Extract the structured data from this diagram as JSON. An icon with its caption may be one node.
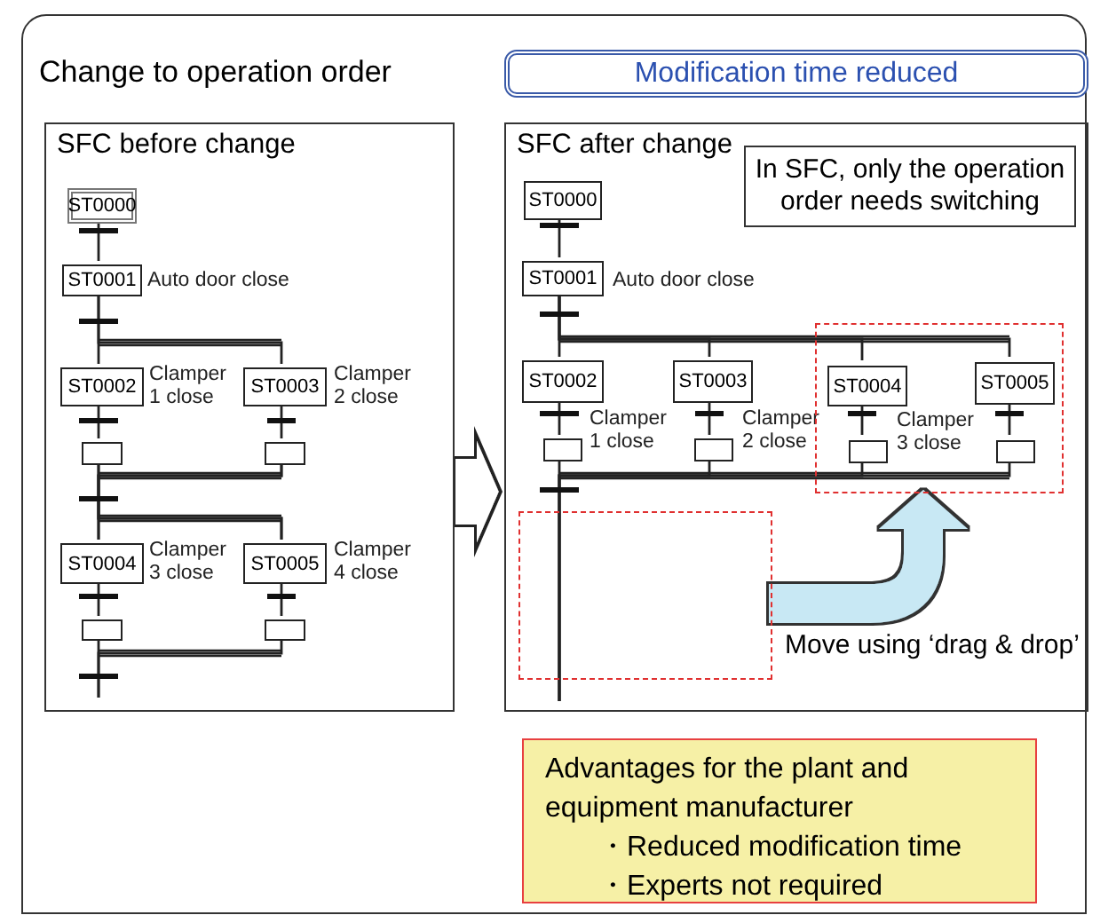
{
  "diagram": {
    "nodes": [
      {
        "text": [
          "Change to operation order"
        ]
      },
      {
        "text": [
          "Modification time reduced"
        ],
        "in": 0
      },
      {
        "text": [
          "SFC before change"
        ],
        "in": 0
      },
      {
        "text": [
          "ST0000"
        ],
        "in": 2
      },
      {
        "text": [
          "ST0001"
        ],
        "in": 2,
        "beside": [
          "Auto door close"
        ]
      },
      {
        "text": [
          "ST0002"
        ],
        "in": 2,
        "beside": [
          "Clamper 1 close"
        ]
      },
      {
        "text": [
          "ST0003"
        ],
        "in": 2,
        "beside": [
          "Clamper 2 close"
        ]
      },
      {
        "text": [],
        "shape": "box",
        "in": 2
      },
      {
        "text": [],
        "shape": "box",
        "in": 2
      },
      {
        "text": [
          "ST0004"
        ],
        "in": 2,
        "beside": [
          "Clamper 3 close"
        ]
      },
      {
        "text": [
          "ST0005"
        ],
        "in": 2,
        "beside": [
          "Clamper 4 close"
        ]
      },
      {
        "text": [],
        "shape": "box",
        "in": 2
      },
      {
        "text": [],
        "shape": "box",
        "in": 2
      },
      {
        "text": [
          "SFC after change"
        ],
        "in": 0
      },
      {
        "text": [
          "In SFC, only the operation order needs switching"
        ],
        "in": 13
      },
      {
        "text": [
          "ST0000"
        ],
        "in": 13
      },
      {
        "text": [
          "ST0001"
        ],
        "in": 13,
        "beside": [
          "Auto door close"
        ]
      },
      {
        "text": [
          "ST0002"
        ],
        "in": 13,
        "beside": [
          "Clamper 1 close"
        ]
      },
      {
        "text": [
          "ST0003"
        ],
        "in": 13,
        "beside": [
          "Clamper 2 close"
        ]
      },
      {
        "text": [],
        "shape": "box",
        "in": 13
      },
      {
        "text": [
          "ST0004"
        ],
        "in": 19,
        "beside": [
          "Clamper 3 close"
        ]
      },
      {
        "text": [
          "ST0005"
        ],
        "in": 19
      },
      {
        "text": [],
        "shape": "box",
        "in": 13
      },
      {
        "text": [],
        "shape": "box",
        "in": 13
      },
      {
        "text": [],
        "shape": "box",
        "in": 19
      },
      {
        "text": [],
        "shape": "box",
        "in": 19
      },
      {
        "text": [],
        "shape": "box",
        "in": 13
      },
      {
        "text": [
          "Advantages for the plant and equipment manufacturer",
          "・Reduced modification time",
          "・Experts not required"
        ],
        "in": 0
      }
    ],
    "edges": [
      {
        "from": 3,
        "to": 4,
        "arrow": "none"
      },
      {
        "from": 4,
        "to": 5,
        "arrow": "none"
      },
      {
        "from": 4,
        "to": 6,
        "arrow": "none"
      },
      {
        "from": 5,
        "to": 7,
        "arrow": "none"
      },
      {
        "from": 6,
        "to": 8,
        "arrow": "none"
      },
      {
        "from": 7,
        "to": 9,
        "arrow": "none"
      },
      {
        "from": 7,
        "to": 10,
        "arrow": "none"
      },
      {
        "from": 8,
        "to": 9,
        "arrow": "none"
      },
      {
        "from": 8,
        "to": 10,
        "arrow": "none"
      },
      {
        "from": 9,
        "to": 11,
        "arrow": "none"
      },
      {
        "from": 10,
        "to": 12,
        "arrow": "none"
      },
      {
        "from": 11,
        "to": null,
        "arrow": "none"
      },
      {
        "from": 12,
        "to": null,
        "arrow": "none"
      },
      {
        "from": 2,
        "to": 13,
        "arrow": "to",
        "style": "thick"
      },
      {
        "from": 15,
        "to": 16,
        "arrow": "none"
      },
      {
        "from": 16,
        "to": 17,
        "arrow": "none"
      },
      {
        "from": 16,
        "to": 18,
        "arrow": "none"
      },
      {
        "from": 16,
        "to": 20,
        "arrow": "none"
      },
      {
        "from": 16,
        "to": 21,
        "arrow": "none"
      },
      {
        "from": 17,
        "to": 22,
        "arrow": "none"
      },
      {
        "from": 18,
        "to": 23,
        "arrow": "none"
      },
      {
        "from": 20,
        "to": 24,
        "arrow": "none"
      },
      {
        "from": 21,
        "to": 25,
        "arrow": "none"
      },
      {
        "from": 22,
        "to": null,
        "arrow": "none"
      },
      {
        "from": 23,
        "to": null,
        "arrow": "none"
      },
      {
        "from": 24,
        "to": null,
        "arrow": "none"
      },
      {
        "from": 25,
        "to": null,
        "arrow": "none"
      },
      {
        "from": 26,
        "to": 19,
        "arrow": "to",
        "label": "Move using ‘drag & drop’",
        "style": "thick",
        "color": "#c8e8f4"
      }
    ]
  }
}
